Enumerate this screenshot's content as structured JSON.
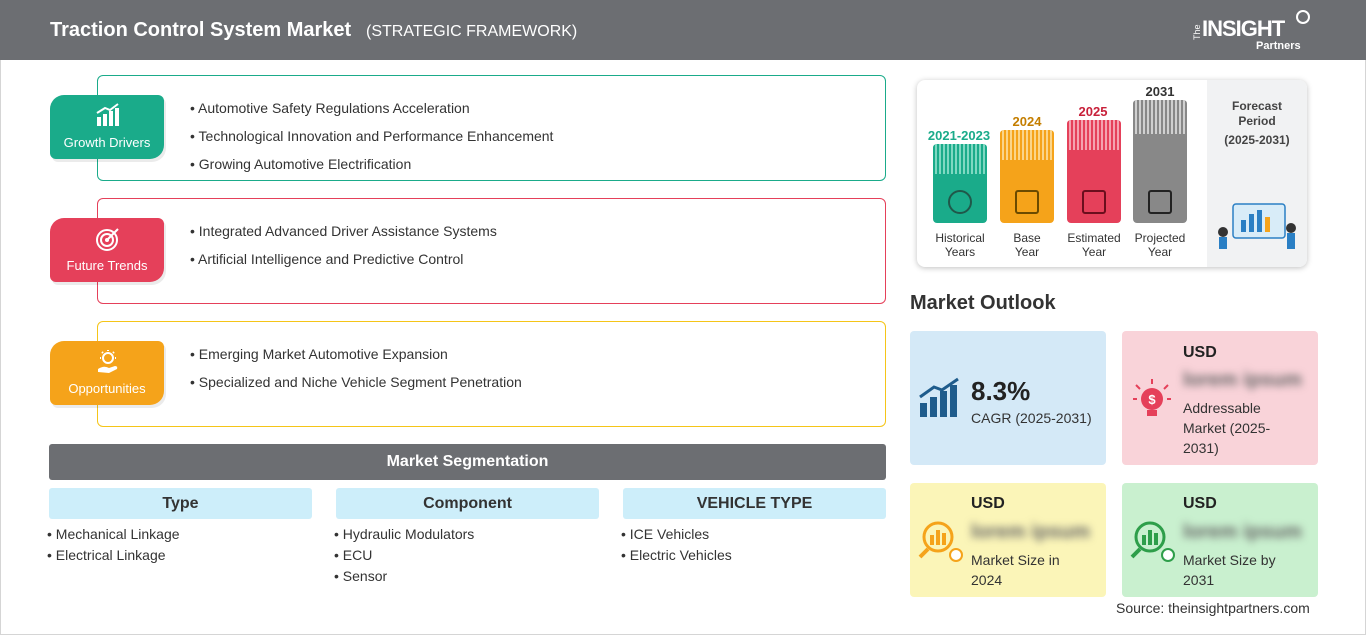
{
  "header": {
    "title": "Traction Control System Market",
    "subtitle": "(STRATEGIC FRAMEWORK)",
    "logo_the": "The",
    "logo_main": "INSIGHT",
    "logo_partners": "Partners"
  },
  "framework": {
    "growth_drivers": {
      "label": "Growth Drivers",
      "color": "#1aab8a",
      "items": [
        "Automotive Safety Regulations Acceleration",
        "Technological Innovation and Performance Enhancement",
        "Growing Automotive Electrification"
      ]
    },
    "future_trends": {
      "label": "Future Trends",
      "color": "#e5405a",
      "items": [
        "Integrated Advanced Driver Assistance Systems",
        "Artificial Intelligence and Predictive Control"
      ]
    },
    "opportunities": {
      "label": "Opportunities",
      "color": "#f5a31a",
      "items": [
        "Emerging Market Automotive Expansion",
        "Specialized and Niche Vehicle Segment Penetration"
      ]
    }
  },
  "segmentation": {
    "title": "Market Segmentation",
    "columns": [
      {
        "header": "Type",
        "items": [
          "Mechanical Linkage",
          "Electrical Linkage"
        ]
      },
      {
        "header": "Component",
        "items": [
          "Hydraulic Modulators",
          "ECU",
          "Sensor"
        ]
      },
      {
        "header": "VEHICLE TYPE",
        "items": [
          "ICE Vehicles",
          "Electric Vehicles"
        ]
      }
    ]
  },
  "timeline": {
    "columns": [
      {
        "year": "2021-2023",
        "label_line1": "Historical",
        "label_line2": "Years",
        "color": "#1aab8a",
        "icon": "history-icon"
      },
      {
        "year": "2024",
        "label_line1": "Base",
        "label_line2": "Year",
        "color": "#f5a31a",
        "icon": "calendar-icon"
      },
      {
        "year": "2025",
        "label_line1": "Estimated",
        "label_line2": "Year",
        "color": "#e5405a",
        "icon": "gear-chart-icon"
      },
      {
        "year": "2031",
        "label_line1": "Projected",
        "label_line2": "Year",
        "color": "#888888",
        "icon": "presentation-icon"
      }
    ],
    "forecast_line1": "Forecast",
    "forecast_line2": "Period",
    "forecast_range": "(2025-2031)"
  },
  "outlook": {
    "title": "Market Outlook",
    "cagr_value": "8.3%",
    "cagr_label": "CAGR (2025-2031)",
    "addressable_usd": "USD",
    "addressable_value": "lorem ipsum",
    "addressable_label": "Addressable Market (2025-2031)",
    "size2024_usd": "USD",
    "size2024_value": "lorem ipsum",
    "size2024_label": "Market Size in 2024",
    "size2031_usd": "USD",
    "size2031_value": "lorem ipsum",
    "size2031_label": "Market Size by 2031",
    "colors": {
      "cagr": "#d4e9f7",
      "addressable": "#f9d3d9",
      "size2024": "#fbf5b8",
      "size2031": "#c9f0cf"
    }
  },
  "source": "Source: theinsightpartners.com"
}
